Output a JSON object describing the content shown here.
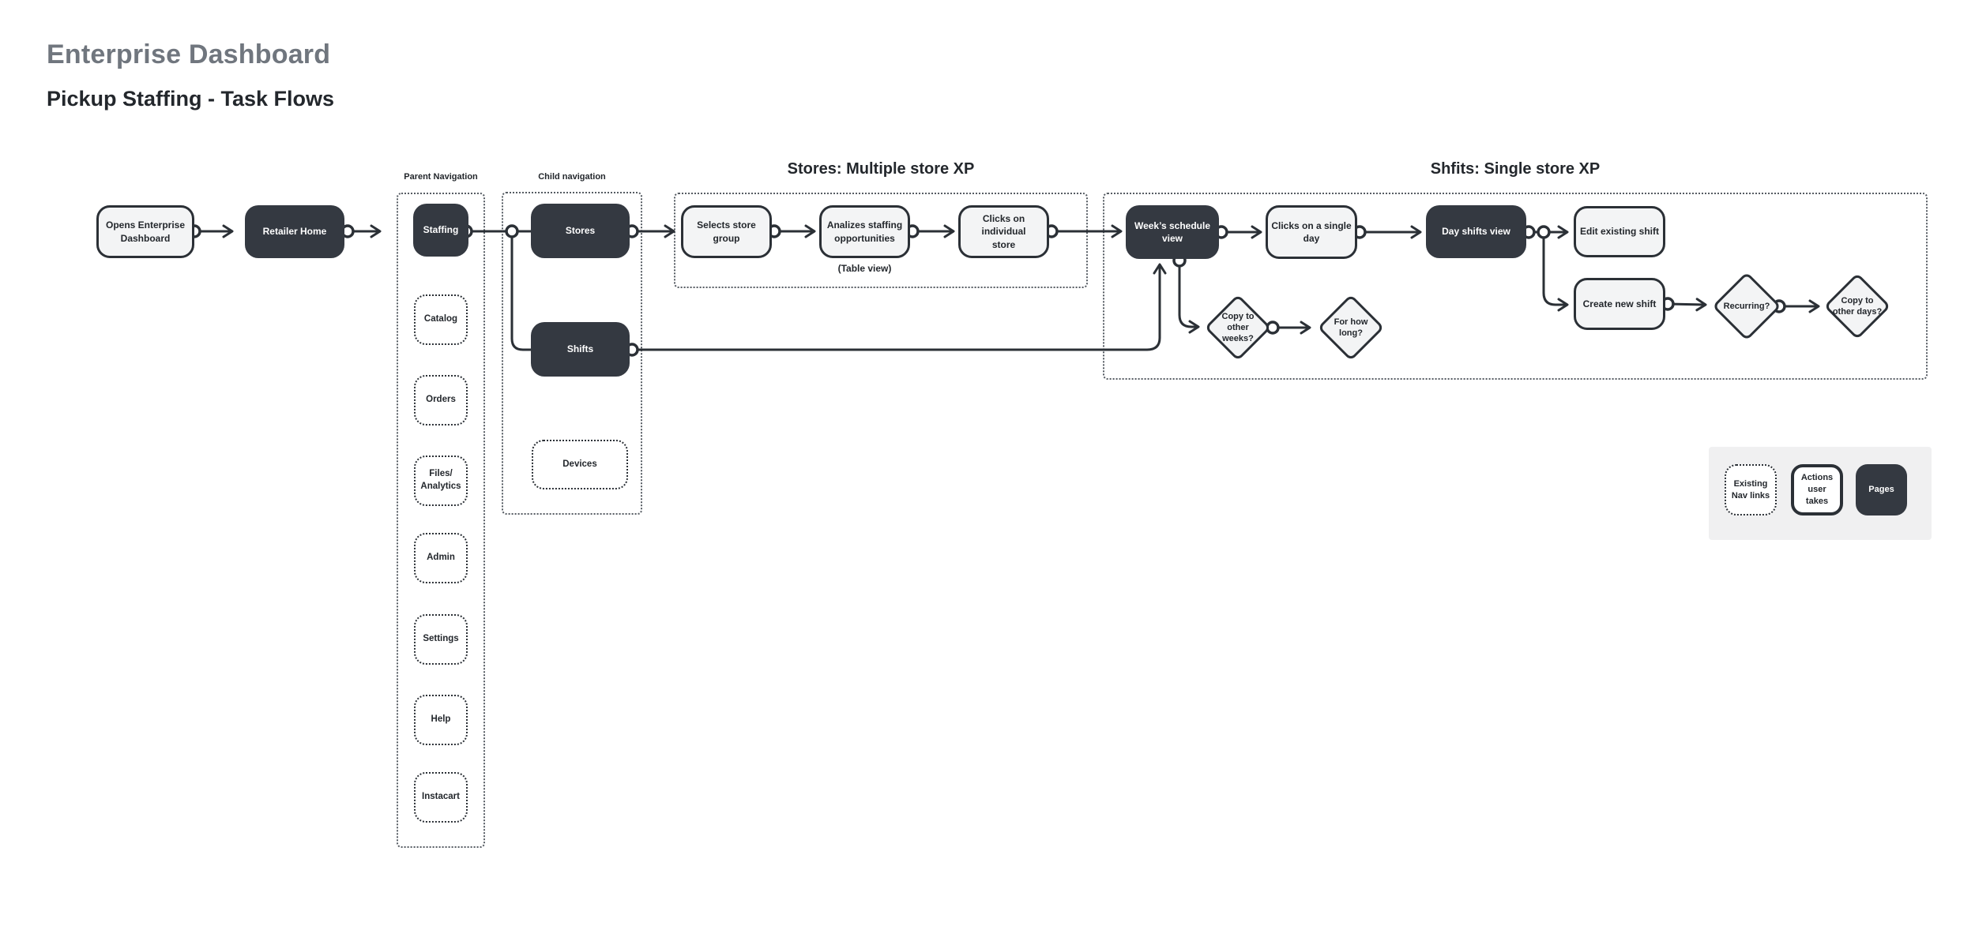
{
  "colors": {
    "background": "#ffffff",
    "dark_node": "#343941",
    "light_node": "#f3f4f5",
    "outline": "#2b3036",
    "title_gray": "#70767e",
    "text_dark": "#23272c",
    "legend_panel_bg": "#f0f0f1"
  },
  "page": {
    "title": "Enterprise Dashboard",
    "subtitle": "Pickup Staffing - Task Flows"
  },
  "entry": {
    "opens_dashboard": "Opens Enterprise\nDashboard",
    "retailer_home": "Retailer Home"
  },
  "parent_nav": {
    "label": "Parent Navigation",
    "items": [
      "Staffing",
      "Catalog",
      "Orders",
      "Files/\nAnalytics",
      "Admin",
      "Settings",
      "Help",
      "Instacart"
    ]
  },
  "child_nav": {
    "label": "Child navigation",
    "items": [
      "Stores",
      "Shifts",
      "Devices"
    ]
  },
  "stores_flow": {
    "header": "Stores: Multiple store XP",
    "selects_store_group": "Selects store group",
    "analizes_staffing": "Analizes staffing\nopportunities",
    "clicks_individual_store": "Clicks on individual\nstore",
    "caption": "(Table view)"
  },
  "shifts_flow": {
    "header": "Shfits: Single store XP",
    "weeks_schedule_view": "Week’s schedule view",
    "clicks_single_day": "Clicks on a single day",
    "day_shifts_view": "Day shifts view",
    "edit_existing_shift": "Edit existing shift",
    "create_new_shift": "Create new shift",
    "recurring": "Recurring?",
    "copy_other_days": "Copy to\nother days?",
    "copy_other_weeks": "Copy to\nother\nweeks?",
    "for_how_long": "For how\nlong?"
  },
  "legend": {
    "items": [
      {
        "label": "Existing\nNav links",
        "type": "existing-nav-link"
      },
      {
        "label": "Actions user\ntakes",
        "type": "action"
      },
      {
        "label": "Pages",
        "type": "page"
      }
    ]
  }
}
